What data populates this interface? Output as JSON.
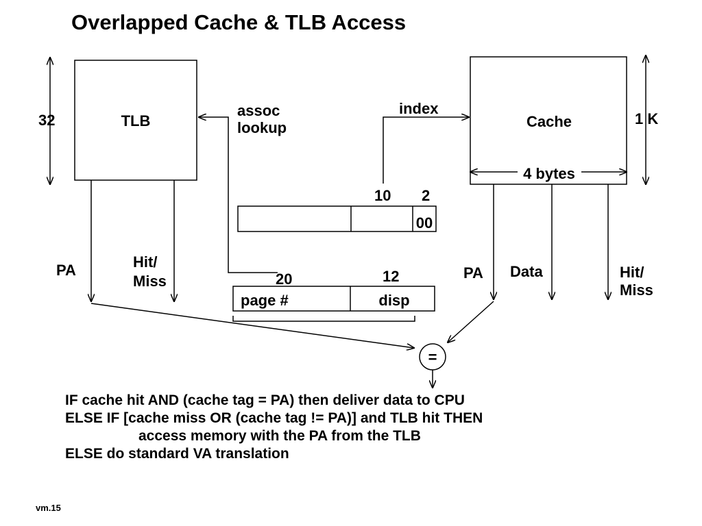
{
  "title": "Overlapped Cache & TLB Access",
  "tlb": {
    "label": "TLB",
    "height_label": "32",
    "assoc_label_line1": "assoc",
    "assoc_label_line2": "lookup",
    "pa_label": "PA",
    "hitmiss_line1": "Hit/",
    "hitmiss_line2": "Miss"
  },
  "cache": {
    "label": "Cache",
    "height_label": "1 K",
    "width_label": "4 bytes",
    "index_label": "index",
    "pa_label": "PA",
    "data_label": "Data",
    "hitmiss_line1": "Hit/",
    "hitmiss_line2": "Miss"
  },
  "cache_address": {
    "index_bits": "10",
    "offset_bits": "2",
    "offset_value": "00"
  },
  "virtual_address": {
    "page_bits": "20",
    "disp_bits": "12",
    "page_label": "page #",
    "disp_label": "disp"
  },
  "comparator": {
    "symbol": "="
  },
  "logic": [
    "IF cache hit AND (cache tag = PA) then deliver data to CPU",
    "ELSE IF [cache miss OR (cache tag != PA)] and TLB hit THEN",
    "access memory with the PA from the TLB",
    "ELSE do standard VA translation"
  ],
  "footer": "vm.15"
}
